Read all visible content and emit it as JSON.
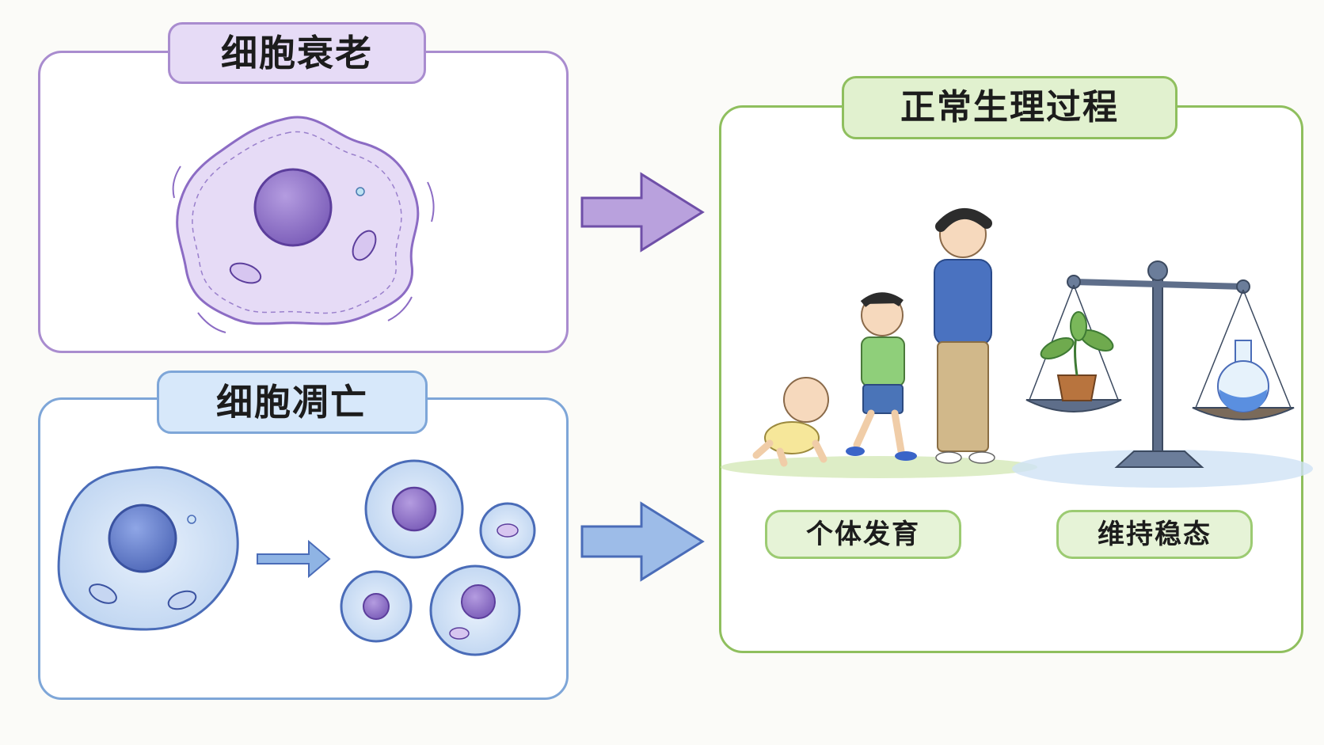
{
  "senescence": {
    "title": "细胞衰老"
  },
  "apoptosis": {
    "title": "细胞凋亡"
  },
  "process": {
    "title": "正常生理过程",
    "development_label": "个体发育",
    "homeostasis_label": "维持稳态"
  },
  "colors": {
    "senescence_accent": "#a98ccf",
    "apoptosis_accent": "#7ea6d8",
    "process_accent": "#8fbf5e"
  }
}
